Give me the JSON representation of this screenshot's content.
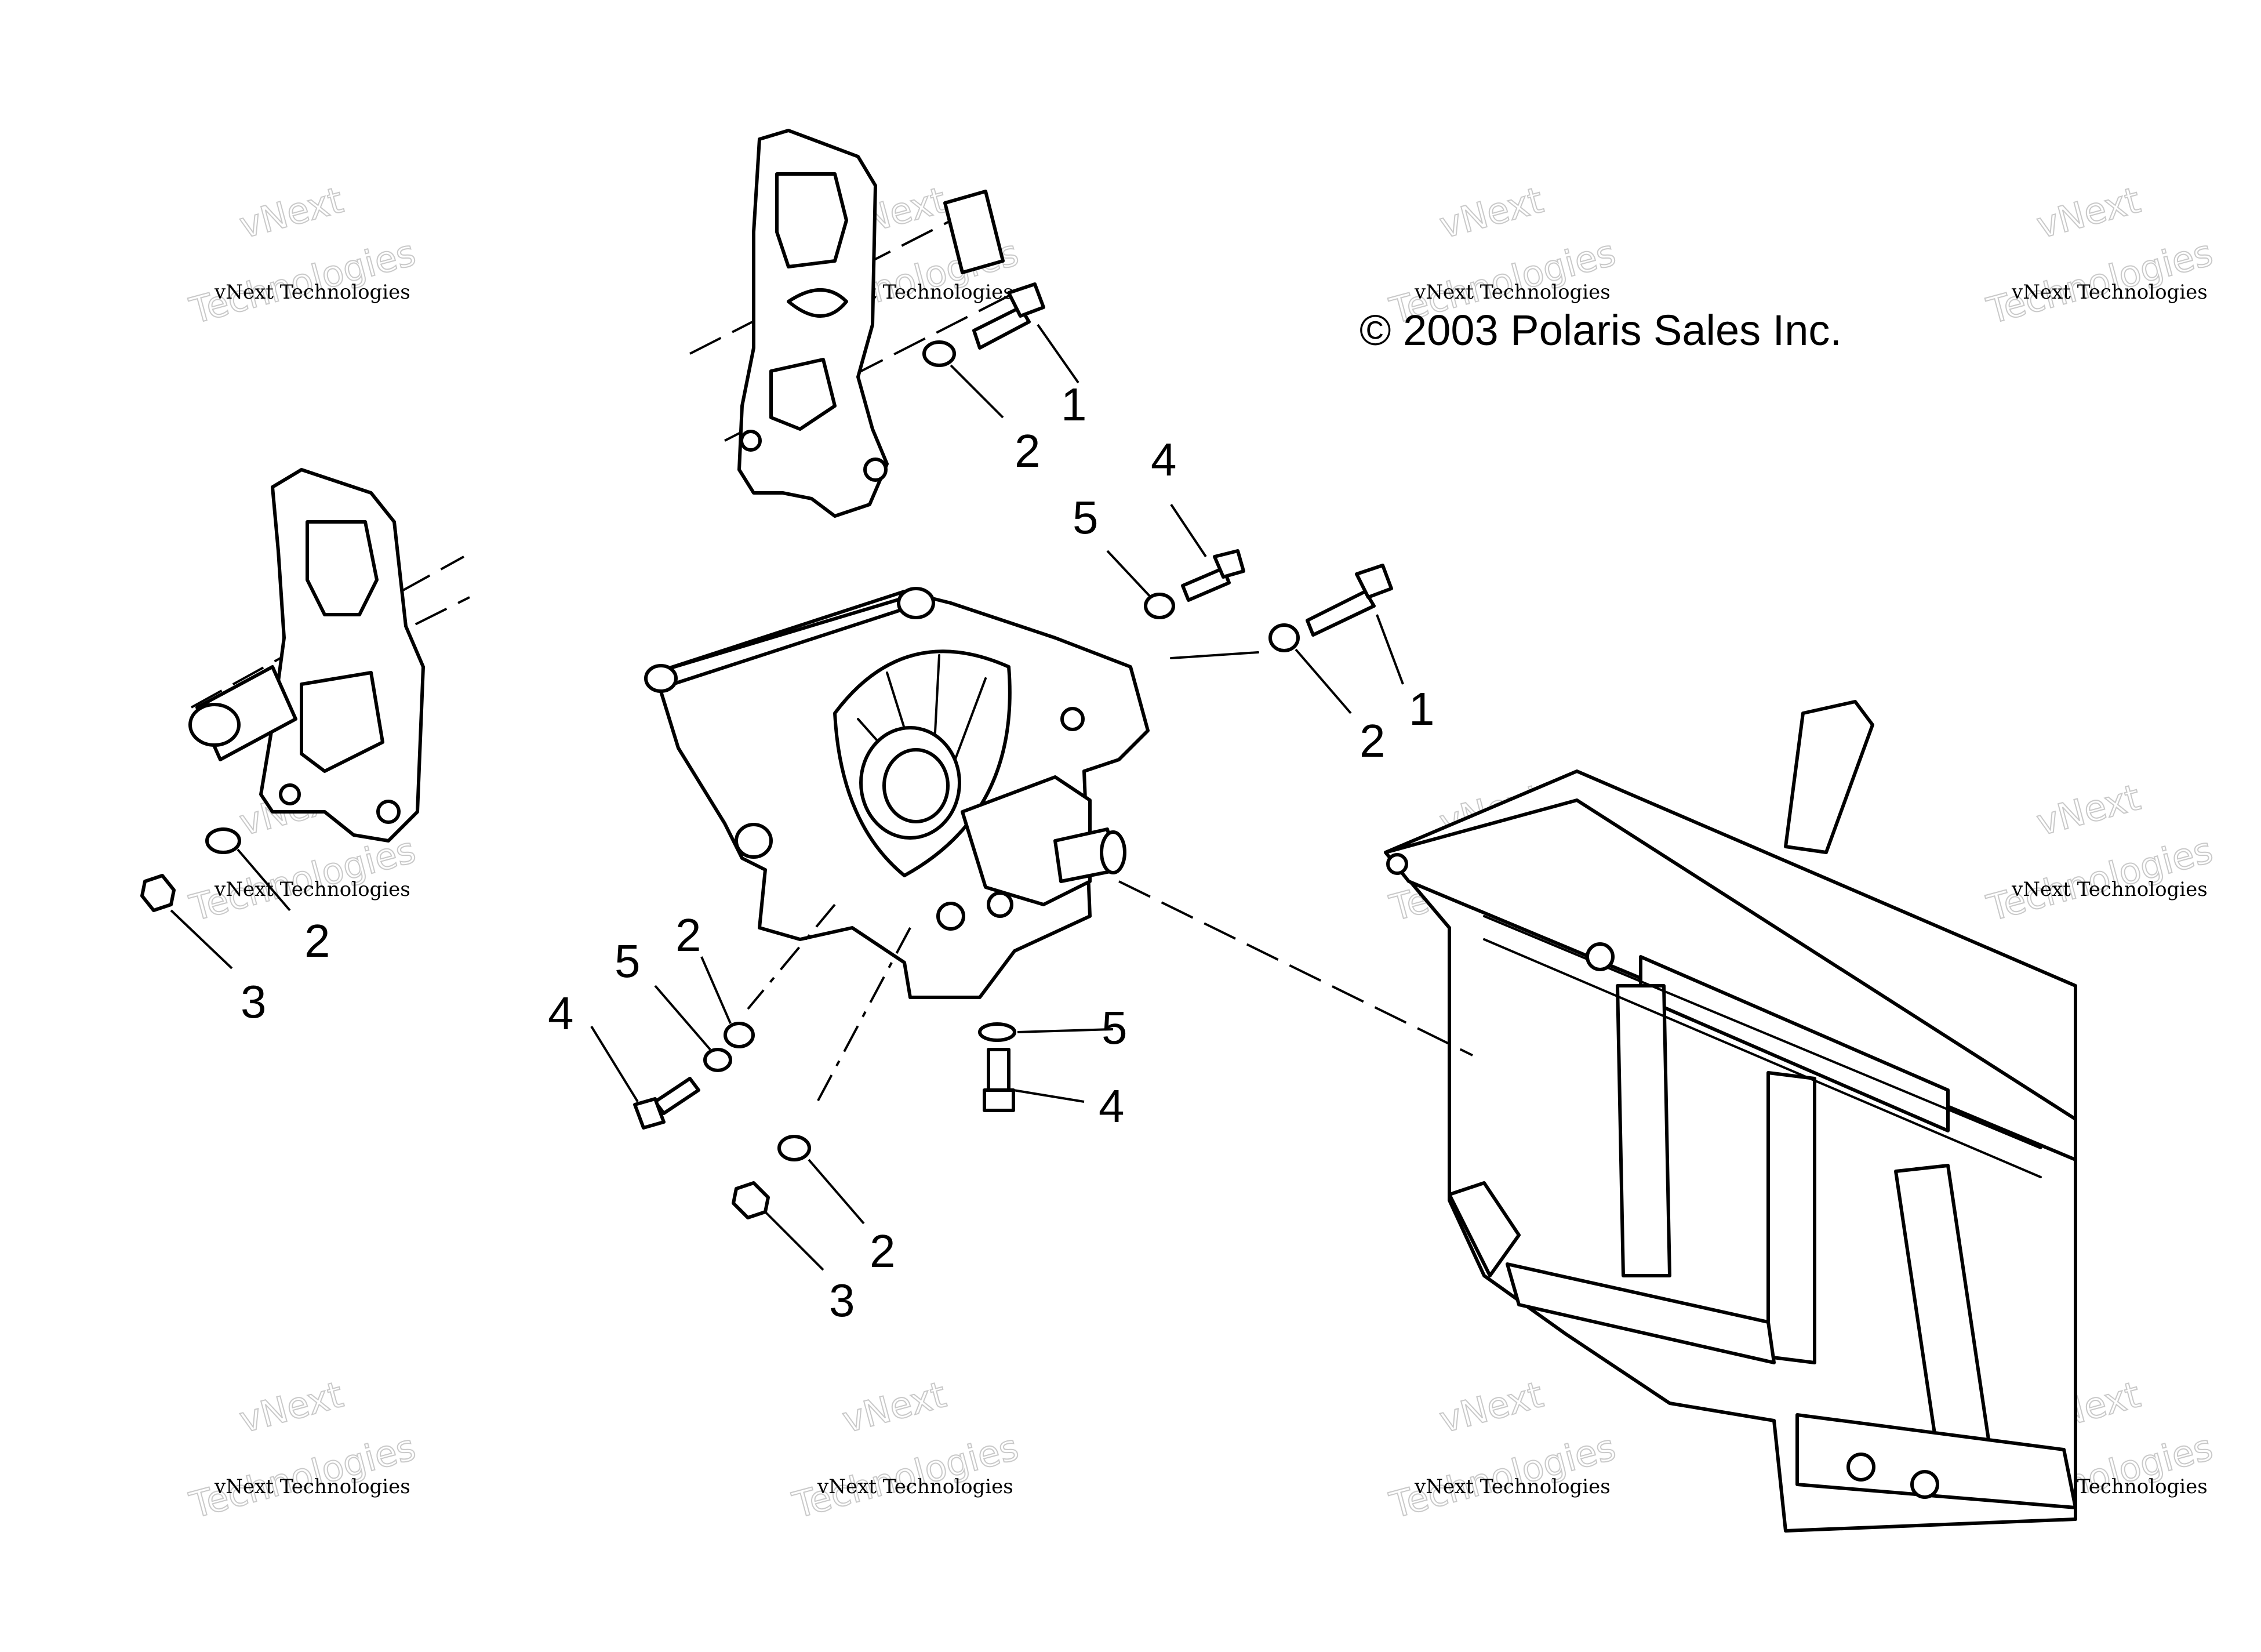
{
  "copyright": "© 2003 Polaris Sales Inc.",
  "watermark": {
    "line_small": "vNext Technologies",
    "line_big_a": "vNext",
    "line_big_b": "Technologies"
  },
  "callouts": [
    {
      "id": "c1a",
      "label": "1"
    },
    {
      "id": "c2a",
      "label": "2"
    },
    {
      "id": "c4a",
      "label": "4"
    },
    {
      "id": "c5a",
      "label": "5"
    },
    {
      "id": "c1b",
      "label": "1"
    },
    {
      "id": "c2b",
      "label": "2"
    },
    {
      "id": "c2c",
      "label": "2"
    },
    {
      "id": "c3a",
      "label": "3"
    },
    {
      "id": "c2d",
      "label": "2"
    },
    {
      "id": "c5b",
      "label": "5"
    },
    {
      "id": "c4b",
      "label": "4"
    },
    {
      "id": "c5c",
      "label": "5"
    },
    {
      "id": "c4c",
      "label": "4"
    },
    {
      "id": "c2e",
      "label": "2"
    },
    {
      "id": "c3b",
      "label": "3"
    }
  ]
}
